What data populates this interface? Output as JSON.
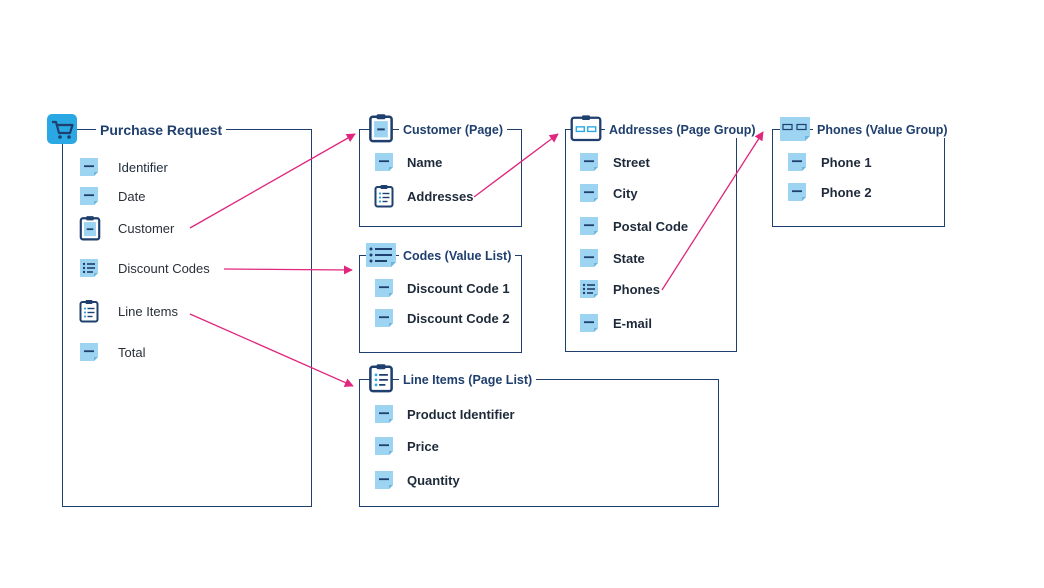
{
  "boxes": {
    "purchase_request": {
      "title": "Purchase Request",
      "items": [
        "Identifier",
        "Date",
        "Customer",
        "Discount Codes",
        "Line Items",
        "Total"
      ]
    },
    "customer_page": {
      "title": "Customer (Page)",
      "items": [
        "Name",
        "Addresses"
      ]
    },
    "codes_value_list": {
      "title": "Codes (Value List)",
      "items": [
        "Discount Code 1",
        "Discount Code 2"
      ]
    },
    "line_items_page_list": {
      "title": "Line Items (Page List)",
      "items": [
        "Product Identifier",
        "Price",
        "Quantity"
      ]
    },
    "addresses_page_group": {
      "title": "Addresses (Page Group)",
      "items": [
        "Street",
        "City",
        "Postal Code",
        "State",
        "Phones",
        "E-mail"
      ]
    },
    "phones_value_group": {
      "title": "Phones (Value Group)",
      "items": [
        "Phone 1",
        "Phone 2"
      ]
    }
  },
  "colors": {
    "border": "#1f3f6e",
    "arrow": "#e0267d",
    "icon_fill": "#9dd4f2",
    "cart_bg": "#29a8e3"
  },
  "icons": {
    "field": "field-icon",
    "page": "clipboard-icon",
    "value_list": "list-icon",
    "page_list": "clipboard-list-icon",
    "page_group": "clipboard-group-icon",
    "value_group": "value-group-icon",
    "cart": "shopping-cart-icon"
  }
}
